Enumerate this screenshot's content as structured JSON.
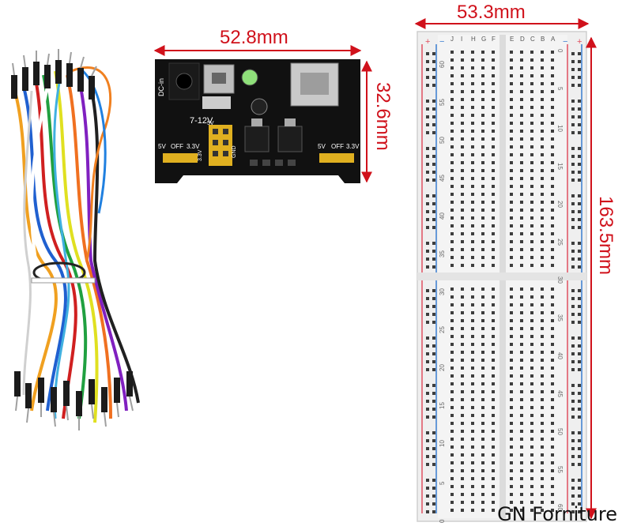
{
  "dimensions": {
    "module_width": "52.8mm",
    "module_height": "32.6mm",
    "breadboard_width": "53.3mm",
    "breadboard_height": "163.5mm"
  },
  "power_module": {
    "dc_label": "DC-in",
    "voltage_label": "7-12V",
    "left_jumper": [
      "5V",
      "OFF",
      "3.3V"
    ],
    "right_jumper": [
      "5V",
      "OFF",
      "3.3V"
    ],
    "pin_labels": [
      "5V",
      "3.3V",
      "GND"
    ]
  },
  "breadboard": {
    "column_letters_left": [
      "J",
      "I",
      "H",
      "G",
      "F"
    ],
    "column_letters_right": [
      "E",
      "D",
      "C",
      "B",
      "A"
    ],
    "row_numbers": [
      "0",
      "5",
      "10",
      "15",
      "20",
      "25",
      "30",
      "35",
      "40",
      "45",
      "50",
      "55",
      "60"
    ]
  },
  "watermark": "GN Forniture",
  "colors": {
    "dimension": "#d0111b",
    "rail_red": "#e05060",
    "rail_blue": "#3a7fd0"
  }
}
